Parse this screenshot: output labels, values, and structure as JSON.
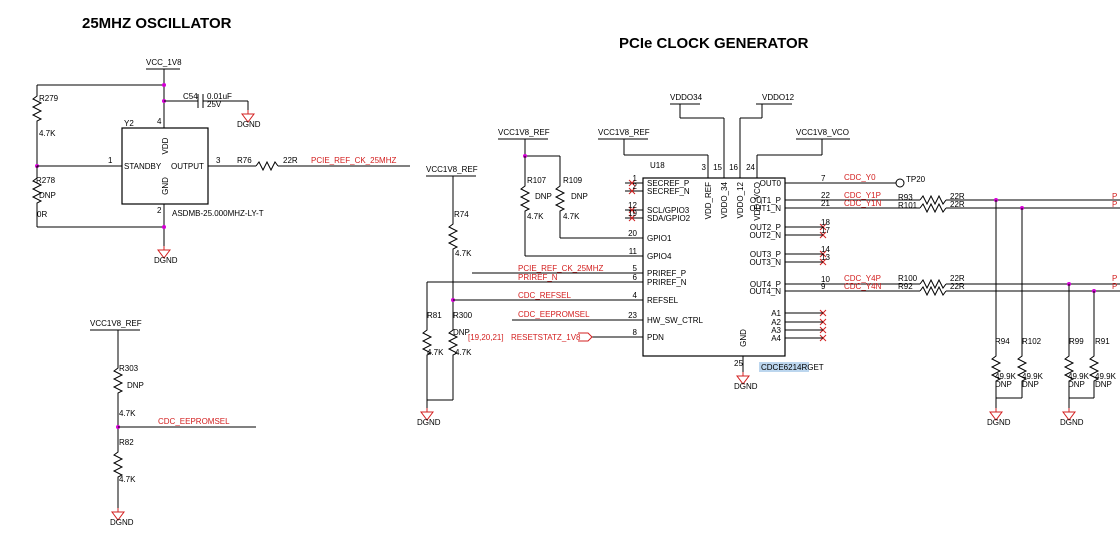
{
  "osc": {
    "title": "25MHZ OSCILLATOR",
    "vcc": "VCC_1V8",
    "c54": "C54",
    "c54_val": "0.01uF",
    "c54_v": "25V",
    "dgnd_c": "DGND",
    "r279": "R279",
    "r279_val": "4.7K",
    "r278": "R278",
    "r278_dnp": "DNP",
    "r278_val": "0R",
    "y2": "Y2",
    "pin_standby": "STANDBY",
    "pin_output": "OUTPUT",
    "pin_vdd": "VDD",
    "pin_gnd": "GND",
    "p1": "1",
    "p2": "2",
    "p3": "3",
    "p4": "4",
    "part": "ASDMB-25.000MHZ-LY-T",
    "r76": "R76",
    "r76_val": "22R",
    "net_out": "PCIE_REF_CK_25MHZ",
    "dgnd": "DGND"
  },
  "eeprom": {
    "vcc": "VCC1V8_REF",
    "r303": "R303",
    "r303_dnp": "DNP",
    "r303_val": "4.7K",
    "net": "CDC_EEPROMSEL",
    "r82": "R82",
    "r82_val": "4.7K",
    "dgnd": "DGND"
  },
  "gen": {
    "title": "PCIe CLOCK GENERATOR",
    "vddo34": "VDDO34",
    "vddo12": "VDDO12",
    "vcc_ref_a": "VCC1V8_REF",
    "vcc_ref_b": "VCC1V8_REF",
    "vcc_vco": "VCC1V8_VCO",
    "vcc_ref_c": "VCC1V8_REF",
    "u18": "U18",
    "r107": "R107",
    "r107_dnp": "DNP",
    "r107_val": "4.7K",
    "r109": "R109",
    "r109_dnp": "DNP",
    "r109_val": "4.7K",
    "r74": "R74",
    "r74_val": "4.7K",
    "r81": "R81",
    "r81_val": "4.7K",
    "r300": "R300",
    "r300_dnp": "DNP",
    "r300_val": "4.7K",
    "dgnd_l": "DGND",
    "net_ref_p": "PCIE_REF_CK_25MHZ",
    "net_ref_n": "PRIREF_N",
    "net_refsel": "CDC_REFSEL",
    "net_eeprom": "CDC_EEPROMSEL",
    "net_reset": "RESETSTATZ_1V8",
    "reset_ref": "[19,20,21]",
    "left_pins": [
      {
        "num": "1",
        "name": "SECREF_P"
      },
      {
        "num": "2",
        "name": "SECREF_N"
      },
      {
        "num": "12",
        "name": "SCL/GPIO3"
      },
      {
        "num": "19",
        "name": "SDA/GPIO2"
      },
      {
        "num": "20",
        "name": "GPIO1"
      },
      {
        "num": "11",
        "name": "GPIO4"
      },
      {
        "num": "5",
        "name": "PRIREF_P"
      },
      {
        "num": "6",
        "name": "PRIREF_N"
      },
      {
        "num": "4",
        "name": "REFSEL"
      },
      {
        "num": "23",
        "name": "HW_SW_CTRL"
      },
      {
        "num": "8",
        "name": "PDN"
      }
    ],
    "top_pins": [
      {
        "num": "3",
        "name": "VDD_REF"
      },
      {
        "num": "15",
        "name": "VDDO_34"
      },
      {
        "num": "16",
        "name": "VDDO_12"
      },
      {
        "num": "24",
        "name": "VDD_VCO"
      }
    ],
    "right_pins": [
      {
        "num": "7",
        "name": "OUT0"
      },
      {
        "num": "22",
        "name": "OUT1_P"
      },
      {
        "num": "21",
        "name": "OUT1_N"
      },
      {
        "num": "18",
        "name": "OUT2_P"
      },
      {
        "num": "17",
        "name": "OUT2_N"
      },
      {
        "num": "14",
        "name": "OUT3_P"
      },
      {
        "num": "13",
        "name": "OUT3_N"
      },
      {
        "num": "10",
        "name": "OUT4_P"
      },
      {
        "num": "9",
        "name": "OUT4_N"
      },
      {
        "num": "",
        "name": "A1"
      },
      {
        "num": "",
        "name": "A2"
      },
      {
        "num": "",
        "name": "A3"
      },
      {
        "num": "",
        "name": "A4"
      }
    ],
    "gnd_pin": "GND",
    "gnd_num": "25",
    "part": "CDCE6214RGET",
    "dgnd_u": "DGND",
    "net_y0": "CDC_Y0",
    "tp20": "TP20",
    "net_y1p": "CDC_Y1P",
    "net_y1n": "CDC_Y1N",
    "net_y4p": "CDC_Y4P",
    "net_y4n": "CDC_Y4N",
    "r93": "R93",
    "r93_val": "22R",
    "r101": "R101",
    "r101_val": "22R",
    "r100": "R100",
    "r100_val": "22R",
    "r92": "R92",
    "r92_val": "22R",
    "r94": "R94",
    "r94_val": "49.9K",
    "r94_dnp": "DNP",
    "r102": "R102",
    "r102_val": "49.9K",
    "r102_dnp": "DNP",
    "r99": "R99",
    "r99_val": "49.9K",
    "r99_dnp": "DNP",
    "r91": "R91",
    "r91_val": "49.9K",
    "r91_dnp": "DNP",
    "dgnd_r1": "DGND",
    "dgnd_r2": "DGND",
    "edge_label": "P"
  }
}
